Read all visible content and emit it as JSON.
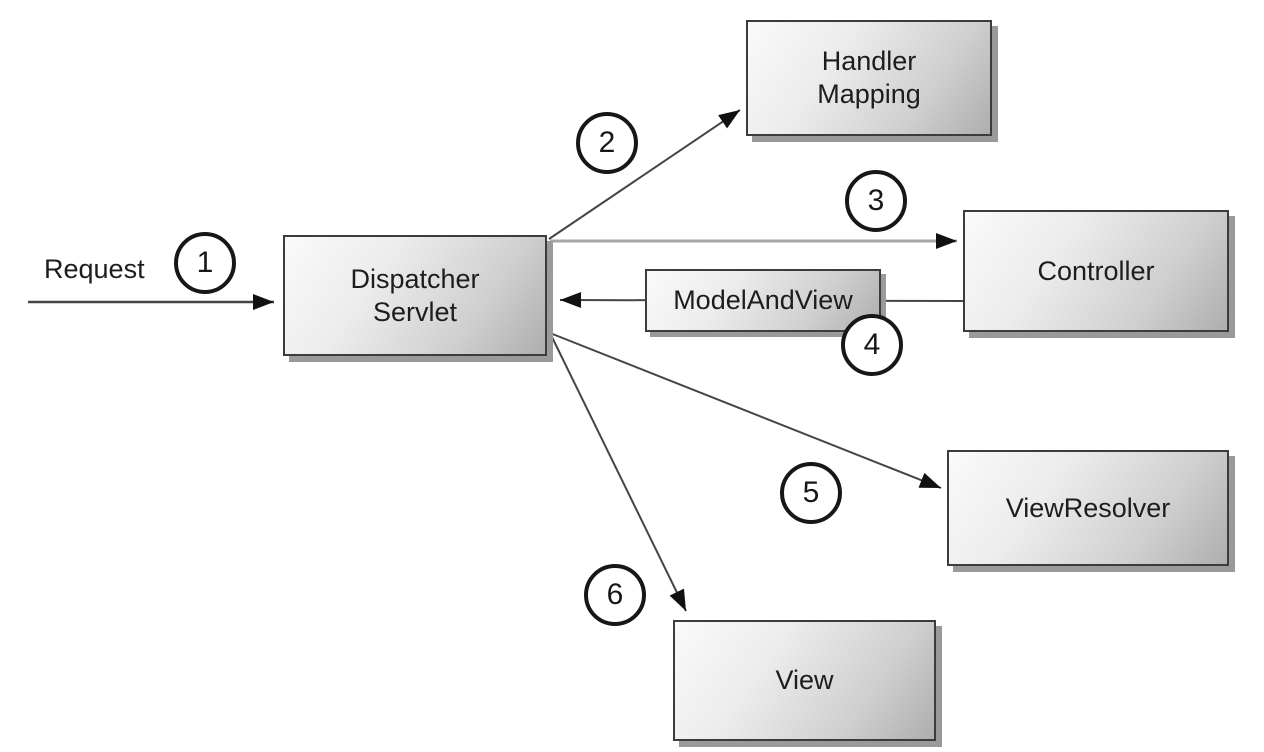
{
  "diagram": {
    "title_implicit": "Spring MVC request processing flow",
    "request_label": "Request",
    "nodes": {
      "dispatcher_servlet": "Dispatcher\nServlet",
      "handler_mapping": "Handler\nMapping",
      "controller": "Controller",
      "model_and_view": "ModelAndView",
      "view_resolver": "ViewResolver",
      "view": "View"
    },
    "steps": [
      "1",
      "2",
      "3",
      "4",
      "5",
      "6"
    ],
    "arrows": [
      {
        "step": "1",
        "from": "Request",
        "to": "Dispatcher Servlet"
      },
      {
        "step": "2",
        "from": "Dispatcher Servlet",
        "to": "Handler Mapping"
      },
      {
        "step": "3",
        "from": "Dispatcher Servlet",
        "to": "Controller"
      },
      {
        "step": "4",
        "from": "Controller",
        "to": "Dispatcher Servlet",
        "via": "ModelAndView"
      },
      {
        "step": "5",
        "from": "Dispatcher Servlet",
        "to": "ViewResolver"
      },
      {
        "step": "6",
        "from": "Dispatcher Servlet",
        "to": "View"
      }
    ],
    "colors": {
      "box_fill_light": "#fafafa",
      "box_fill_dark": "#aeaeae",
      "box_border": "#3c3c3c",
      "box_shadow": "#9a9a9a",
      "line_dark": "#454545",
      "line_gray": "#a6a6a6",
      "arrowhead": "#111111",
      "text": "#1d1d1d",
      "background": "#ffffff"
    }
  }
}
